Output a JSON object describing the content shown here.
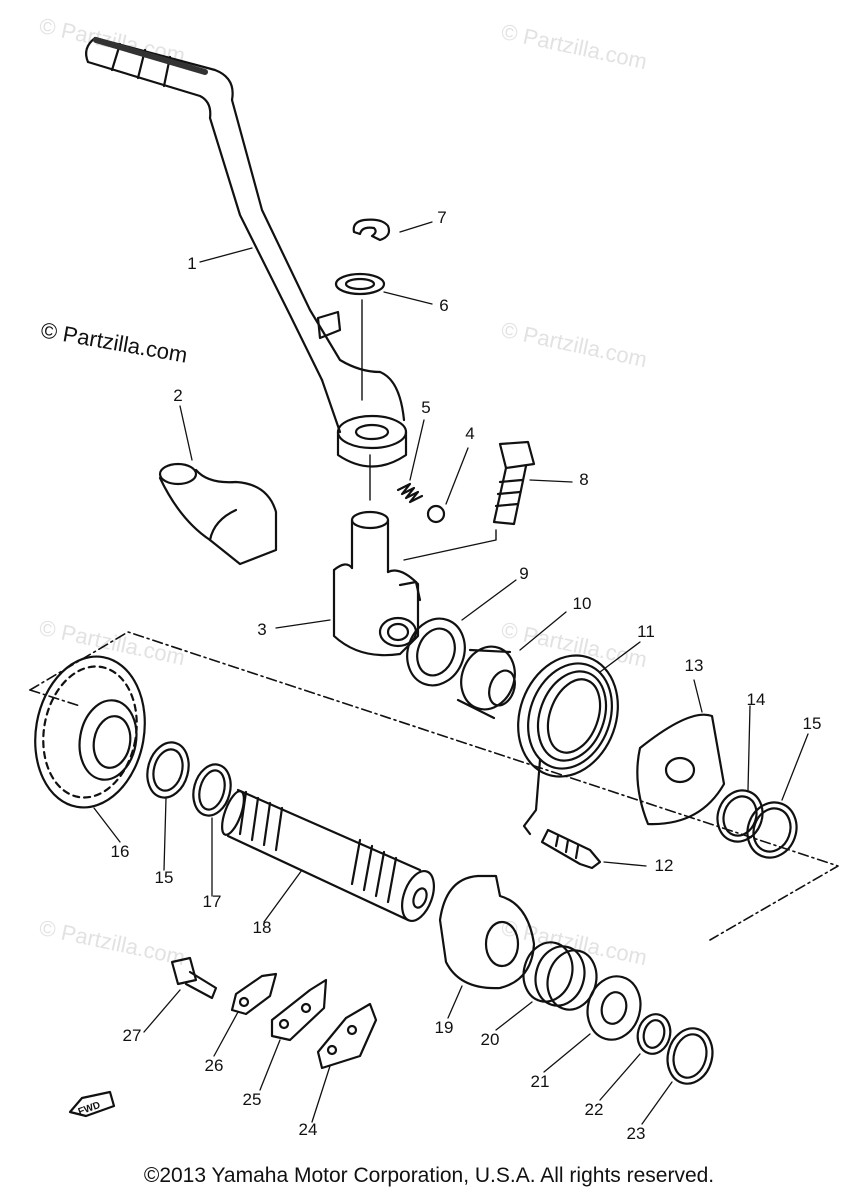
{
  "watermark": "© Partzilla.com",
  "callouts": [
    "1",
    "2",
    "3",
    "4",
    "5",
    "6",
    "7",
    "8",
    "9",
    "10",
    "11",
    "12",
    "13",
    "14",
    "15",
    "15",
    "16",
    "17",
    "18",
    "19",
    "20",
    "21",
    "22",
    "23",
    "24",
    "25",
    "26",
    "27"
  ],
  "fwd_label": "FWD",
  "copyright": "©2013 Yamaha Motor Corporation, U.S.A. All rights reserved."
}
